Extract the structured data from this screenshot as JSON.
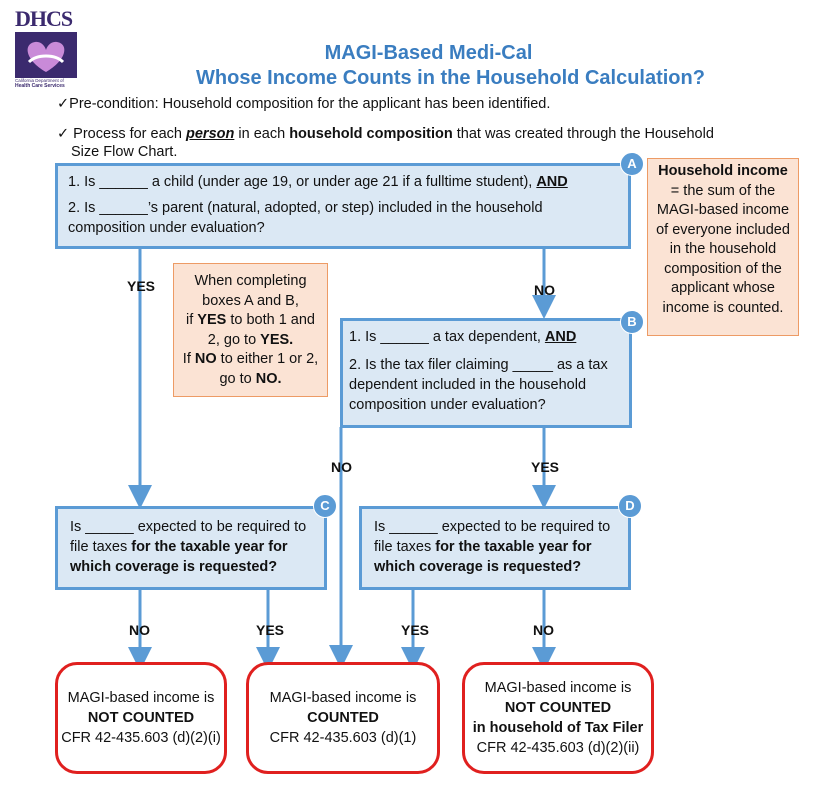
{
  "logo": {
    "text": "DHCS",
    "org_line1": "California Department of",
    "org_line2": "Health Care Services"
  },
  "title_line1": "MAGI-Based Medi-Cal",
  "title_line2": "Whose Income Counts in the Household Calculation?",
  "precondition": "✓Pre-condition: Household composition for the applicant has been identified.",
  "process": {
    "check": "✓",
    "p1": " Process for each ",
    "person": "person",
    "p2": " in each ",
    "hc": "household composition",
    "p3": " that was created through the Household",
    "line2": "Size Flow Chart."
  },
  "box_a": {
    "badge": "A",
    "l1a": "1. Is ______ a child (under age 19, or under age 21 if a fulltime student), ",
    "l1b": "AND",
    "l2": "2. Is ______’s parent (natural, adopted, or step) included in the household composition under evaluation?"
  },
  "box_b": {
    "badge": "B",
    "l1a": "1. Is ______ a tax dependent, ",
    "l1b": "AND",
    "l2": "2. Is the tax filer claiming _____ as a tax dependent included in the household composition under evaluation?"
  },
  "box_c": {
    "badge": "C",
    "a": "Is ______ expected to be required to file taxes ",
    "b": "for the taxable year for which coverage is requested?"
  },
  "box_d": {
    "badge": "D",
    "a": "Is ______ expected to be required to file taxes ",
    "b": "for the taxable year for which coverage is requested?"
  },
  "note_instructions": {
    "l1": "When completing",
    "l2": "boxes A and B,",
    "l3a": "if ",
    "yes": "YES",
    "l3b": " to both 1 and",
    "l4a": "2, go to ",
    "yes2": "YES.",
    "l5a": "If ",
    "no": "NO",
    "l5b": " to either 1 or 2,",
    "l6a": "go to ",
    "no2": "NO."
  },
  "note_income": {
    "head": "Household income",
    "body": "= the sum of the MAGI-based income of everyone included in the household composition of the applicant whose income is counted."
  },
  "labels": {
    "yes_a": "YES",
    "no_a": "NO",
    "no_b": "NO",
    "yes_b": "YES",
    "no_c": "NO",
    "yes_c": "YES",
    "yes_d": "YES",
    "no_d": "NO"
  },
  "outcomes": {
    "left": {
      "l1": "MAGI-based income is",
      "l2": "NOT COUNTED",
      "l3": "CFR 42-435.603 (d)(2)(i)"
    },
    "mid": {
      "l1": "MAGI-based income is",
      "l2": "COUNTED",
      "l3": "CFR 42-435.603 (d)(1)"
    },
    "right": {
      "l1": "MAGI-based income is",
      "l2": "NOT COUNTED",
      "l3": "in household of Tax Filer",
      "l4": "CFR 42-435.603 (d)(2)(ii)"
    }
  },
  "colors": {
    "title": "#3a7dc0",
    "box_fill": "#dbe8f4",
    "box_border": "#5b9bd5",
    "note_fill": "#fbe3d4",
    "outcome_border": "#e0201f"
  }
}
